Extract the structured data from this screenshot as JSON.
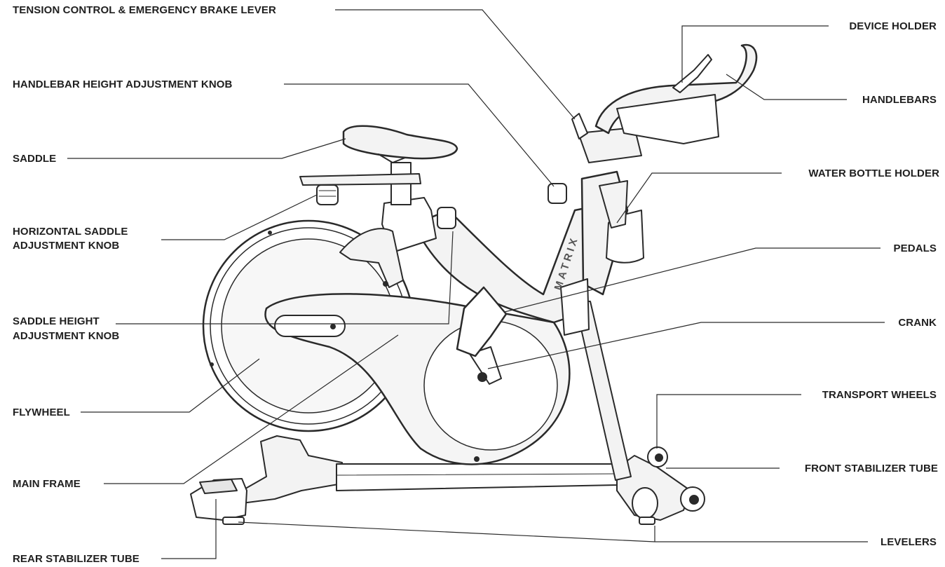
{
  "labels": {
    "tension_control": "TENSION CONTROL & EMERGENCY BRAKE LEVER",
    "handlebar_height_knob": "HANDLEBAR HEIGHT ADJUSTMENT KNOB",
    "saddle": "SADDLE",
    "horizontal_saddle_line1": "HORIZONTAL SADDLE",
    "horizontal_saddle_line2": "ADJUSTMENT KNOB",
    "saddle_height_line1": "SADDLE HEIGHT",
    "saddle_height_line2": "ADJUSTMENT KNOB",
    "flywheel": "FLYWHEEL",
    "main_frame": "MAIN FRAME",
    "rear_stabilizer": "REAR STABILIZER TUBE",
    "device_holder": "DEVICE HOLDER",
    "handlebars": "HANDLEBARS",
    "water_bottle_holder": "WATER BOTTLE HOLDER",
    "pedals": "PEDALS",
    "crank": "CRANK",
    "transport_wheels": "TRANSPORT WHEELS",
    "front_stabilizer": "FRONT STABILIZER TUBE",
    "levelers": "LEVELERS"
  },
  "brand_logo": "MATRIX",
  "colors": {
    "line": "#2a2a2a",
    "fill_light": "#f3f3f3",
    "fill_mid": "#e6e6e6",
    "text": "#1f1f1f"
  }
}
